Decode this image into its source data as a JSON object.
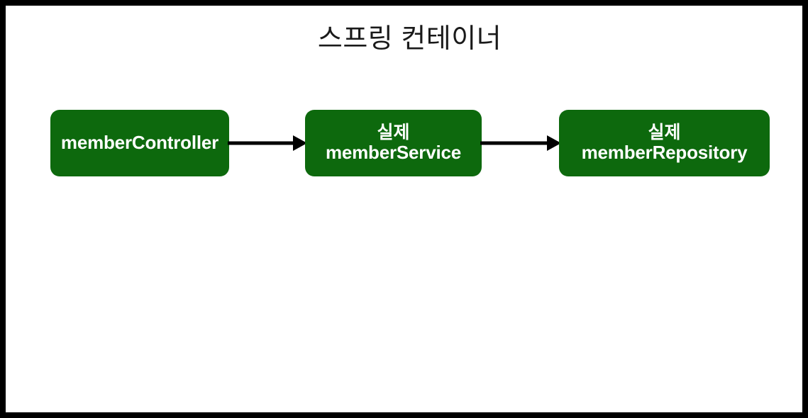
{
  "diagram": {
    "title": "스프링 컨테이너",
    "type": "flow",
    "background_color": "#ffffff",
    "border_color": "#000000",
    "node_color": "#0d690d",
    "node_text_color": "#ffffff",
    "arrow_color": "#000000",
    "nodes": [
      {
        "id": "member-controller",
        "line_kr": "",
        "line_en": "memberController",
        "lines": 1
      },
      {
        "id": "member-service",
        "line_kr": "실제",
        "line_en": "memberService",
        "lines": 2
      },
      {
        "id": "member-repository",
        "line_kr": "실제",
        "line_en": "memberRepository",
        "lines": 2
      }
    ],
    "edges": [
      {
        "id": "controller-to-service",
        "from": "member-controller",
        "to": "member-service",
        "label": "",
        "style": "solid-arrow"
      },
      {
        "id": "service-to-repository",
        "from": "member-service",
        "to": "member-repository",
        "label": "",
        "style": "solid-arrow"
      }
    ]
  }
}
